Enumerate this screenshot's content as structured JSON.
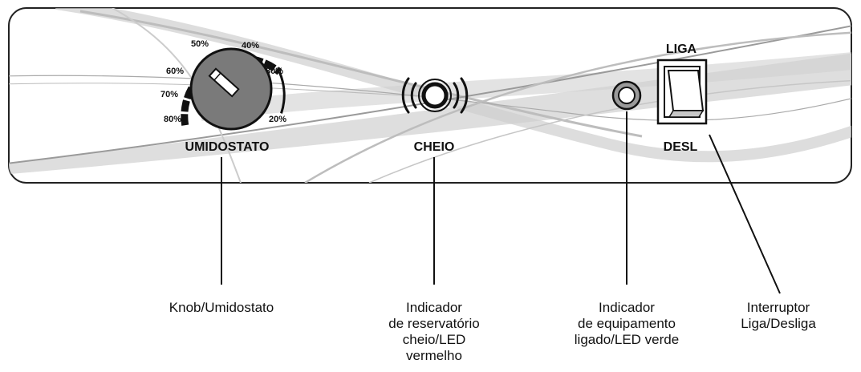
{
  "panel": {
    "humidistat_label": "UMIDOSTATO",
    "full_label": "CHEIO",
    "switch_on_label": "LIGA",
    "switch_off_label": "DESL",
    "dial_scale": [
      "80%",
      "70%",
      "60%",
      "50%",
      "40%",
      "30%",
      "20%"
    ]
  },
  "callouts": {
    "knob": [
      "Knob/Umidostato"
    ],
    "full_indicator": [
      "Indicador",
      "de reservatório",
      "cheio/LED",
      "vermelho"
    ],
    "power_indicator": [
      "Indicador",
      "de equipamento",
      "ligado/LED verde"
    ],
    "switch": [
      "Interruptor",
      "Liga/Desliga"
    ]
  }
}
